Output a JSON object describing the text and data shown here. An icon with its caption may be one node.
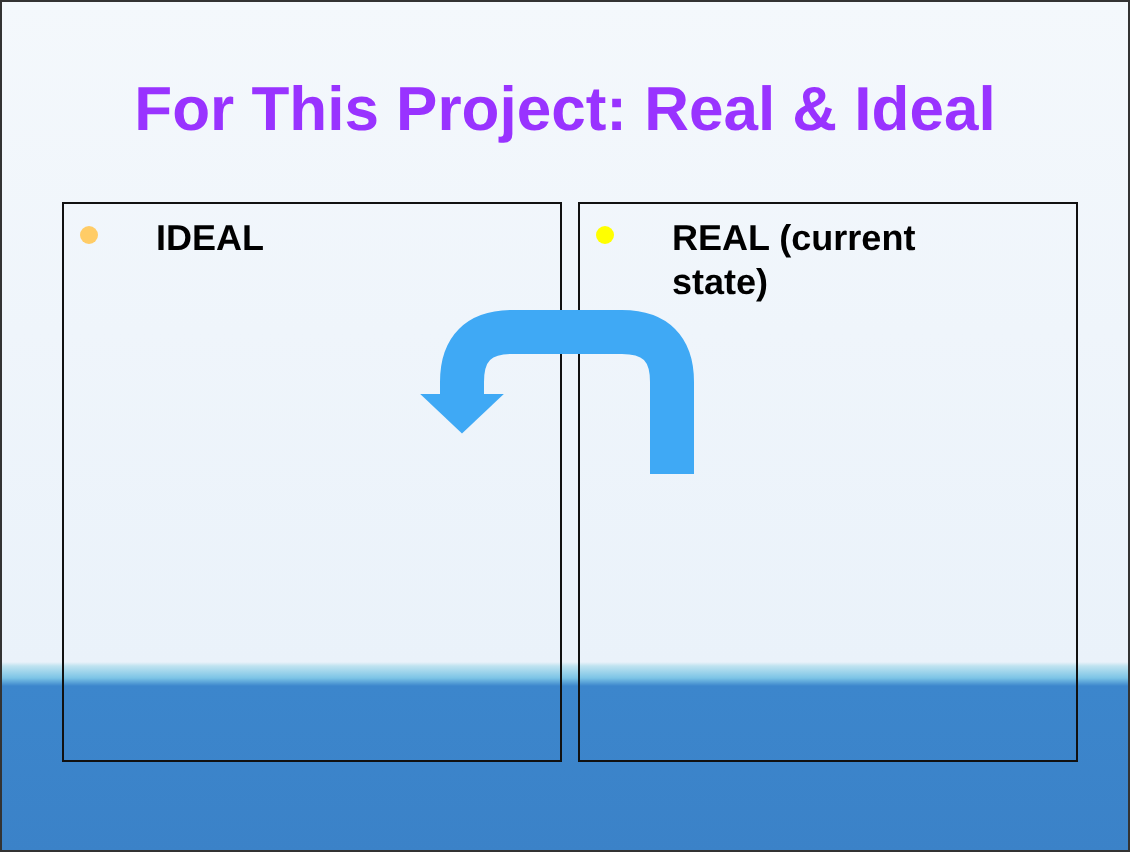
{
  "diagram": {
    "title": "For This Project: Real & Ideal",
    "nodes": [
      {
        "text": [
          "IDEAL"
        ]
      },
      {
        "text": [
          "REAL (current state)"
        ]
      }
    ],
    "edges": [
      {
        "from": 1,
        "to": 0,
        "arrow": "to"
      }
    ]
  }
}
